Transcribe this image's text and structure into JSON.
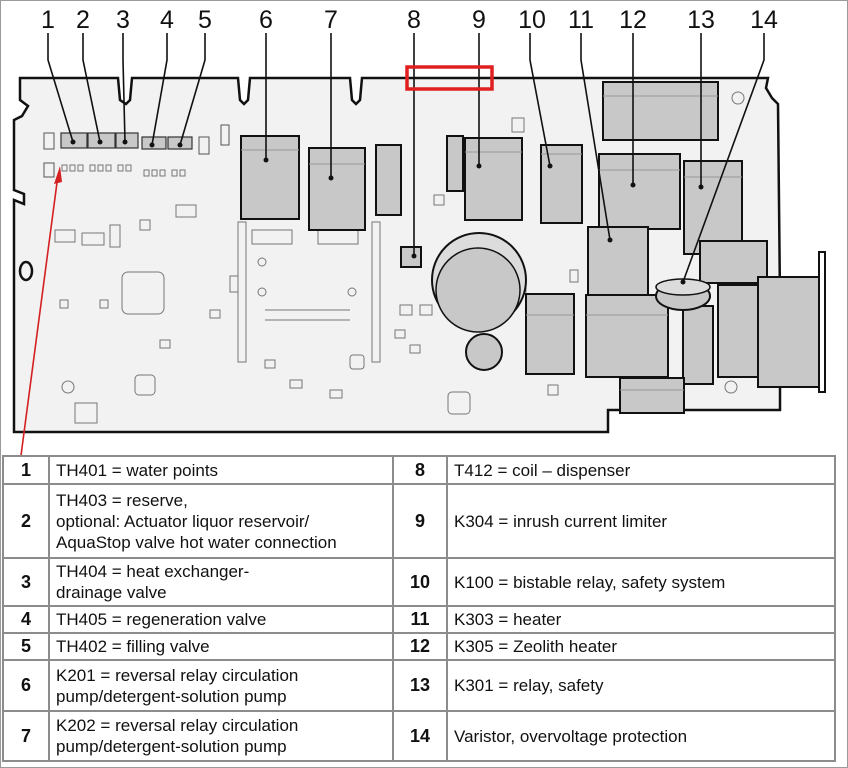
{
  "diagram": {
    "callout_numbers": [
      "1",
      "2",
      "3",
      "4",
      "5",
      "6",
      "7",
      "8",
      "9",
      "10",
      "11",
      "12",
      "13",
      "14"
    ],
    "highlight_box_color": "#e02020",
    "arrow_color": "#d42020",
    "component_fill": "#c8c8c8",
    "board_fill": "#f2f2f2"
  },
  "legend": {
    "rows": [
      {
        "left": {
          "num": "1",
          "text": "TH401 = water points"
        },
        "right": {
          "num": "8",
          "text": "T412 = coil – dispenser"
        }
      },
      {
        "left": {
          "num": "2",
          "text": "TH403 = reserve,\noptional: Actuator liquor reservoir/\nAquaStop valve hot water connection"
        },
        "right": {
          "num": "9",
          "text": "K304 = inrush current limiter"
        }
      },
      {
        "left": {
          "num": "3",
          "text": "TH404 = heat exchanger-\ndrainage valve"
        },
        "right": {
          "num": "10",
          "text": "K100 = bistable relay, safety system"
        }
      },
      {
        "left": {
          "num": "4",
          "text": "TH405 = regeneration valve"
        },
        "right": {
          "num": "11",
          "text": "K303 = heater"
        }
      },
      {
        "left": {
          "num": "5",
          "text": "TH402 = filling valve"
        },
        "right": {
          "num": "12",
          "text": "K305 = Zeolith heater"
        }
      },
      {
        "left": {
          "num": "6",
          "text": "K201 = reversal relay circulation\npump/detergent-solution pump"
        },
        "right": {
          "num": "13",
          "text": "K301 = relay, safety"
        }
      },
      {
        "left": {
          "num": "7",
          "text": "K202 = reversal relay circulation\npump/detergent-solution pump"
        },
        "right": {
          "num": "14",
          "text": "Varistor, overvoltage protection"
        }
      }
    ]
  }
}
